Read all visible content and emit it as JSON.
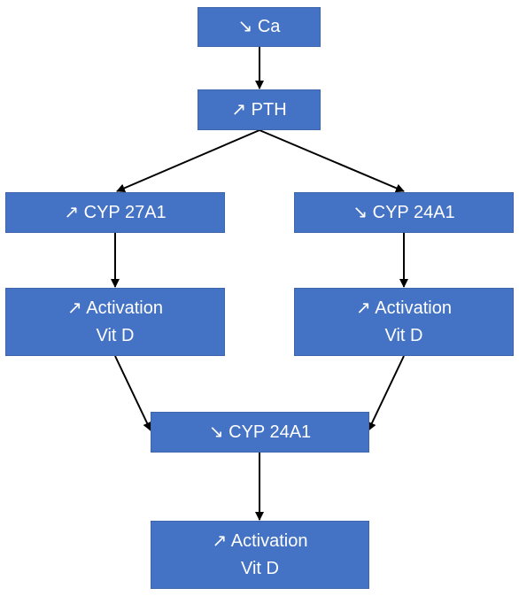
{
  "diagram": {
    "box_color": "#4472c4",
    "text_color": "#ffffff",
    "arrow_color": "#000000",
    "nodes": [
      {
        "id": "ca",
        "lines": [
          "↘ Ca"
        ]
      },
      {
        "id": "pth",
        "lines": [
          "↗ PTH"
        ]
      },
      {
        "id": "cyp27a1",
        "lines": [
          "↗ CYP 27A1"
        ]
      },
      {
        "id": "cyp24a1-left",
        "lines": [
          "↘ CYP 24A1"
        ]
      },
      {
        "id": "activation-left",
        "lines": [
          "↗ Activation",
          "Vit D"
        ]
      },
      {
        "id": "activation-right",
        "lines": [
          "↗ Activation",
          "Vit D"
        ]
      },
      {
        "id": "cyp24a1-bottom",
        "lines": [
          "↘ CYP 24A1"
        ]
      },
      {
        "id": "activation-bottom",
        "lines": [
          "↗ Activation",
          "Vit D"
        ]
      }
    ],
    "edges": [
      {
        "from": "ca",
        "to": "pth"
      },
      {
        "from": "pth",
        "to": "cyp27a1"
      },
      {
        "from": "pth",
        "to": "cyp24a1-left"
      },
      {
        "from": "cyp27a1",
        "to": "activation-left"
      },
      {
        "from": "cyp24a1-left",
        "to": "activation-right"
      },
      {
        "from": "activation-left",
        "to": "cyp24a1-bottom"
      },
      {
        "from": "activation-right",
        "to": "cyp24a1-bottom"
      },
      {
        "from": "cyp24a1-bottom",
        "to": "activation-bottom"
      }
    ]
  }
}
